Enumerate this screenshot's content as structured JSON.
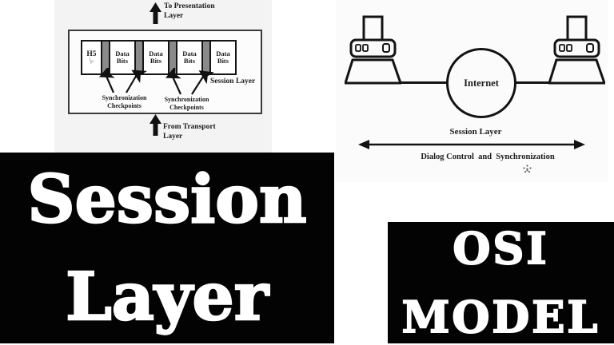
{
  "left_diagram": {
    "to_presentation_label": "To Presentation\nLayer",
    "from_transport_label": "From Transport\nLayer",
    "session_layer_label": "Session Layer",
    "sync_checkpoints_label_1": "Synchronization\nCheckpoints",
    "sync_checkpoints_label_2": "Synchronization\nCheckpoints",
    "cells": [
      "H5",
      "Data\nBits",
      "Data\nBits",
      "Data\nBits",
      "Data\nBits"
    ]
  },
  "right_diagram": {
    "internet_label": "Internet",
    "session_layer_label": "Session Layer",
    "dialog_label": "Dialog Control  and  Synchronization"
  },
  "banners": {
    "session_line1": "Session",
    "session_line2": "Layer",
    "osi_line1": "OSI",
    "osi_line2": "MODEL"
  },
  "colors": {
    "banner_bg": "#030303",
    "banner_text": "#ffffff",
    "diagram_ink": "#1c1c1c",
    "left_panel_bg": "#f3f3f3",
    "right_panel_bg": "#fbfbfb",
    "checkpoint_bar_fill": "#8a8a8a"
  }
}
